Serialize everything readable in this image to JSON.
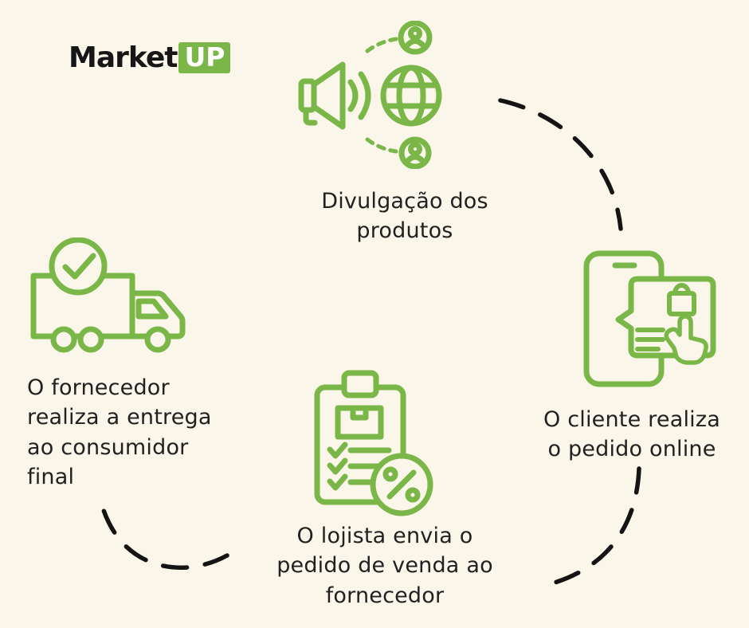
{
  "page": {
    "background": "#faf6e9",
    "accent": "#7ab648",
    "text_color": "#212121",
    "dash_color": "#141414"
  },
  "logo": {
    "market": "Market",
    "up": "UP"
  },
  "steps": [
    {
      "id": "promotion",
      "icon": "megaphone-globe-icon",
      "label": "Divulgação dos\nprodutos"
    },
    {
      "id": "online-order",
      "icon": "phone-order-icon",
      "label": "O cliente realiza\no pedido online"
    },
    {
      "id": "purchase-order",
      "icon": "clipboard-checklist-percent-icon",
      "label": "O lojista envia o\npedido de venda ao\nfornecedor"
    },
    {
      "id": "delivery",
      "icon": "delivery-truck-check-icon",
      "label": "O fornecedor\nrealiza a entrega\nao consumidor\nfinal"
    }
  ]
}
